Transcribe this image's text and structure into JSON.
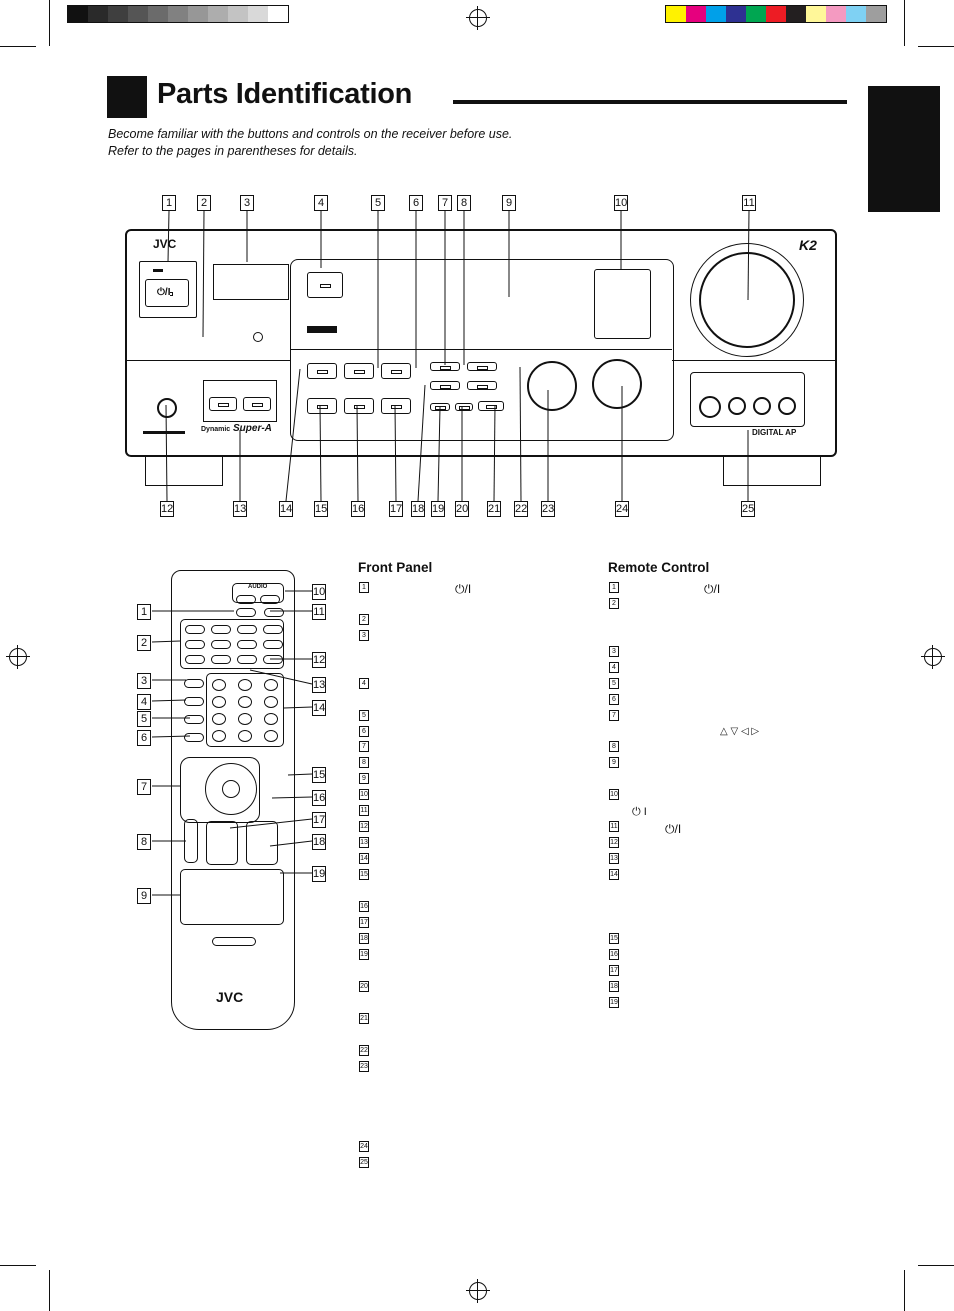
{
  "header": {
    "title": "Parts Identification",
    "intro_line1": "Become familiar with the buttons and controls on the receiver before use.",
    "intro_line2": "Refer to the pages in parentheses for details."
  },
  "receiver": {
    "brand": "JVC",
    "k2_logo": "K2",
    "power_symbol": "⏻/I",
    "dynamic_label": "Dynamic",
    "super_a_label": "Super-A",
    "digital_ap_label": "DIGITAL AP"
  },
  "remote": {
    "brand": "JVC",
    "audio_label": "AUDIO"
  },
  "front_panel": {
    "heading": "Front Panel",
    "power_symbol": "⏻/I",
    "items": [
      "1",
      "2",
      "3",
      "4",
      "5",
      "6",
      "7",
      "8",
      "9",
      "10",
      "11",
      "12",
      "13",
      "14",
      "15",
      "16",
      "17",
      "18",
      "19",
      "20",
      "21",
      "22",
      "23",
      "24",
      "25"
    ]
  },
  "remote_control": {
    "heading": "Remote Control",
    "power_symbol": "⏻/I",
    "arrow_symbols": "△ ▽ ◁ ▷",
    "standby_symbol": "⏻  I",
    "items": [
      "1",
      "2",
      "3",
      "4",
      "5",
      "6",
      "7",
      "8",
      "9",
      "10",
      "11",
      "12",
      "13",
      "14",
      "15",
      "16",
      "17",
      "18",
      "19"
    ]
  },
  "callouts_top": [
    "1",
    "2",
    "3",
    "4",
    "5",
    "6",
    "7",
    "8",
    "9",
    "10",
    "11"
  ],
  "callouts_bottom": [
    "12",
    "13",
    "14",
    "15",
    "16",
    "17",
    "18",
    "19",
    "20",
    "21",
    "22",
    "23",
    "24",
    "25"
  ],
  "callouts_remote_left": [
    "1",
    "2",
    "3",
    "4",
    "5",
    "6",
    "7",
    "8",
    "9"
  ],
  "callouts_remote_right": [
    "10",
    "11",
    "12",
    "13",
    "14",
    "15",
    "16",
    "17",
    "18",
    "19"
  ],
  "colors": {
    "gray_bar": [
      "#111111",
      "#2a2a2a",
      "#3f3f3f",
      "#555555",
      "#6b6b6b",
      "#818181",
      "#979797",
      "#adadad",
      "#c3c3c3",
      "#d9d9d9",
      "#ffffff"
    ],
    "color_bar": [
      "#fff200",
      "#e6007e",
      "#00a0e9",
      "#2e3192",
      "#00a651",
      "#ed1c24",
      "#231f20",
      "#fff799",
      "#f49ac1",
      "#7fd1f3",
      "#9e9e9e"
    ]
  }
}
